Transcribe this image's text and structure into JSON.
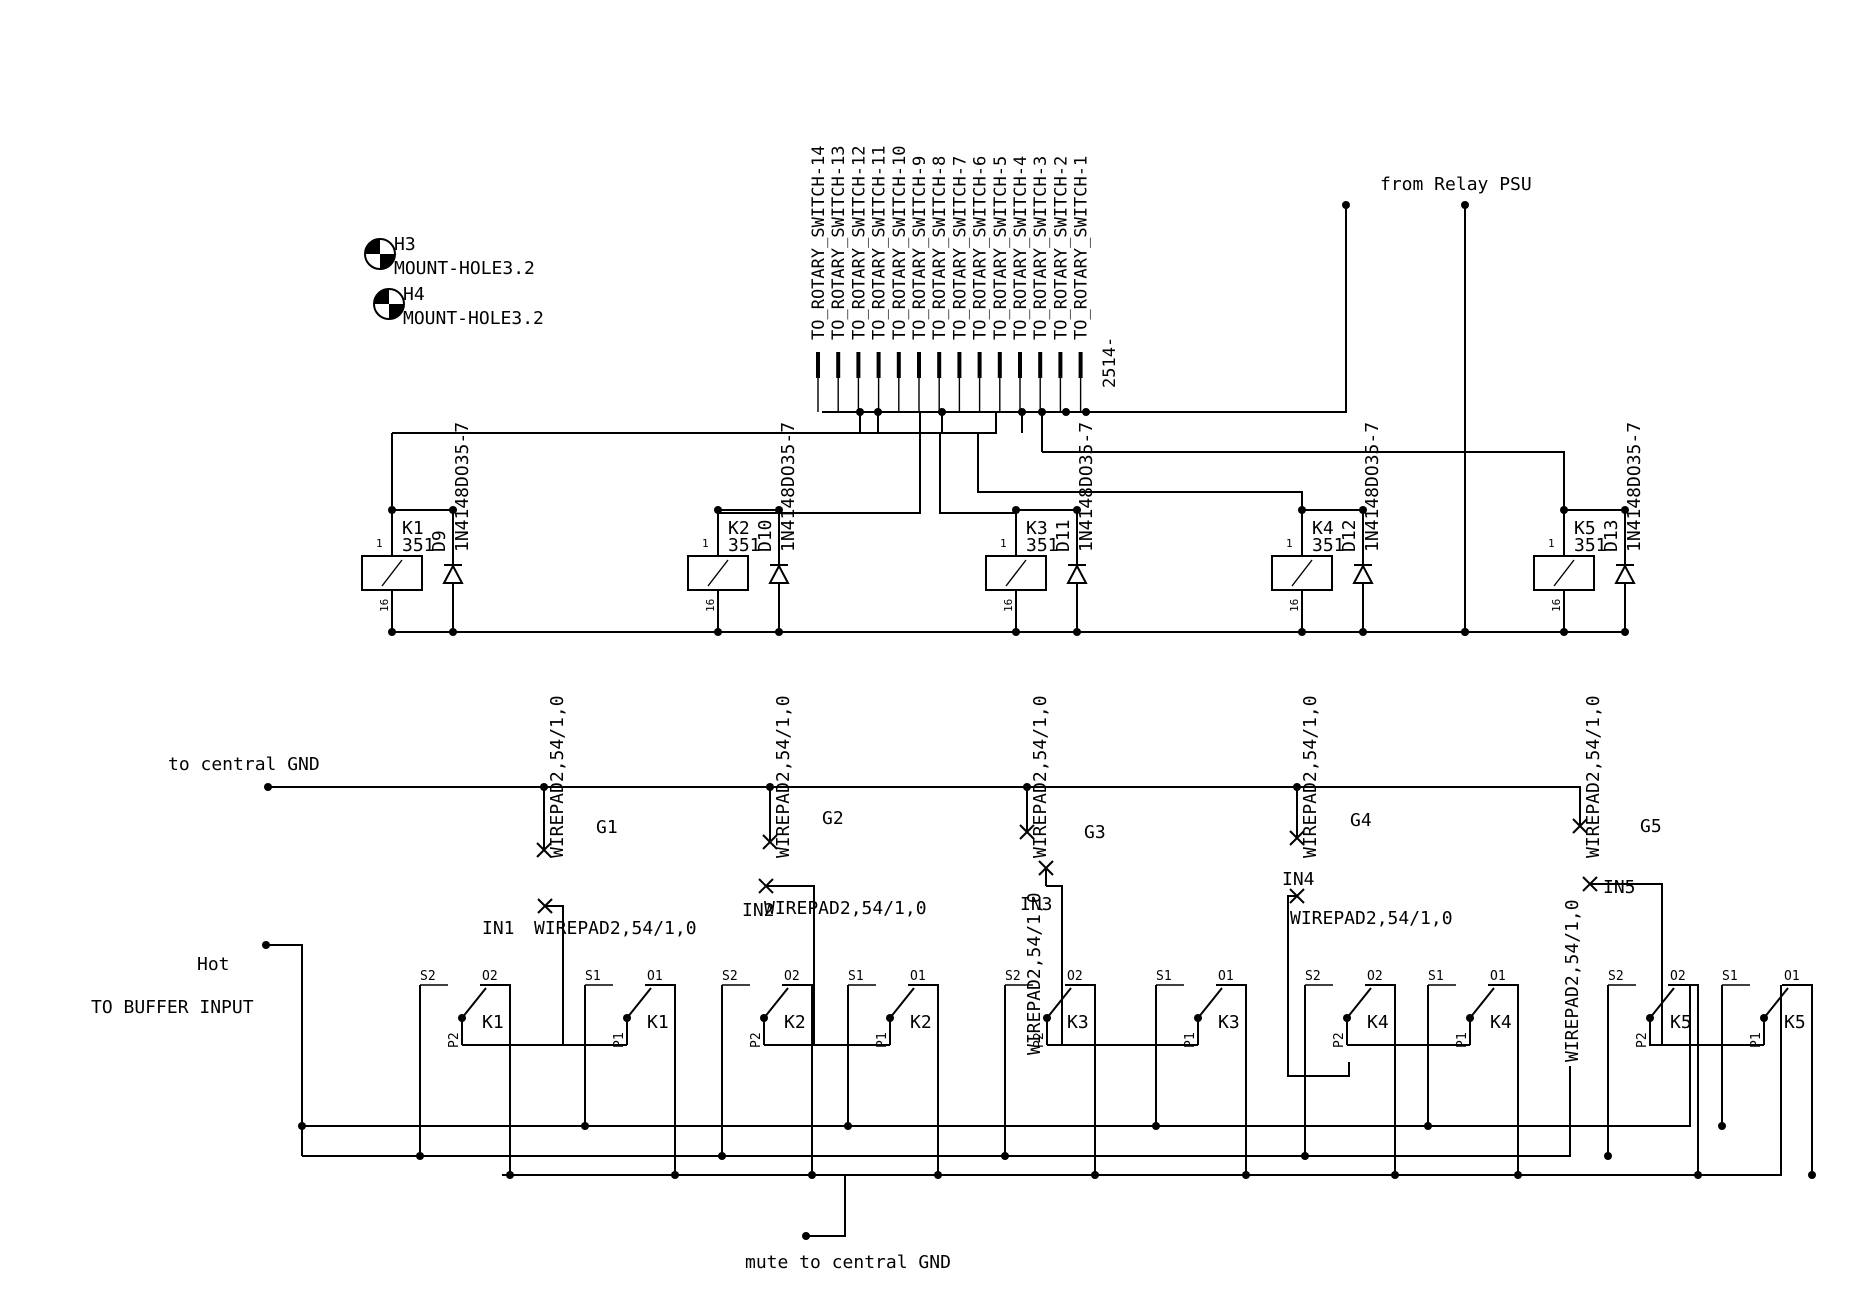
{
  "net_labels": {
    "relay_psu": "from Relay PSU",
    "central_gnd": "to central GND",
    "hot": "Hot",
    "buffer_input": "TO BUFFER INPUT",
    "mute_gnd": "mute to central GND"
  },
  "mount_holes": [
    {
      "ref": "H3",
      "value": "MOUNT-HOLE3.2"
    },
    {
      "ref": "H4",
      "value": "MOUNT-HOLE3.2"
    }
  ],
  "rotary_switch": {
    "value": "2514-",
    "pins": [
      "TO_ROTARY_SWITCH-14",
      "TO_ROTARY_SWITCH-13",
      "TO_ROTARY_SWITCH-12",
      "TO_ROTARY_SWITCH-11",
      "TO_ROTARY_SWITCH-10",
      "TO_ROTARY_SWITCH-9",
      "TO_ROTARY_SWITCH-8",
      "TO_ROTARY_SWITCH-7",
      "TO_ROTARY_SWITCH-6",
      "TO_ROTARY_SWITCH-5",
      "TO_ROTARY_SWITCH-4",
      "TO_ROTARY_SWITCH-3",
      "TO_ROTARY_SWITCH-2",
      "TO_ROTARY_SWITCH-1"
    ]
  },
  "relays": [
    {
      "ref": "K1",
      "value": "351",
      "pin_a": "1",
      "pin_b": "16",
      "diode_ref": "D9",
      "diode_value": "1N4148",
      "diode_pkg": "DO35-7"
    },
    {
      "ref": "K2",
      "value": "351",
      "pin_a": "1",
      "pin_b": "16",
      "diode_ref": "D10",
      "diode_value": "1N4148",
      "diode_pkg": "DO35-7"
    },
    {
      "ref": "K3",
      "value": "351",
      "pin_a": "1",
      "pin_b": "16",
      "diode_ref": "D11",
      "diode_value": "1N4148",
      "diode_pkg": "DO35-7"
    },
    {
      "ref": "K4",
      "value": "351",
      "pin_a": "1",
      "pin_b": "16",
      "diode_ref": "D12",
      "diode_value": "1N4148",
      "diode_pkg": "DO35-7"
    },
    {
      "ref": "K5",
      "value": "351",
      "pin_a": "1",
      "pin_b": "16",
      "diode_ref": "D13",
      "diode_value": "1N4148",
      "diode_pkg": "DO35-7"
    }
  ],
  "ground_pads": [
    {
      "ref": "G1",
      "value": "WIREPAD2,54/1,0"
    },
    {
      "ref": "G2",
      "value": "WIREPAD2,54/1,0"
    },
    {
      "ref": "G3",
      "value": "WIREPAD2,54/1,0"
    },
    {
      "ref": "G4",
      "value": "WIREPAD2,54/1,0"
    },
    {
      "ref": "G5",
      "value": "WIREPAD2,54/1,0"
    }
  ],
  "input_pads": [
    {
      "ref": "IN1",
      "value": "WIREPAD2,54/1,0"
    },
    {
      "ref": "IN2",
      "value": "WIREPAD2,54/1,0"
    },
    {
      "ref": "IN3",
      "value": "WIREPAD2,54/1,0"
    },
    {
      "ref": "IN4",
      "value": "WIREPAD2,54/1,0"
    },
    {
      "ref": "IN5",
      "value": "WIREPAD2,54/1,0"
    }
  ],
  "contacts": {
    "set_a": {
      "s": "S2",
      "o": "O2",
      "p": "P2"
    },
    "set_b": {
      "s": "S1",
      "o": "O1",
      "p": "P1"
    }
  }
}
